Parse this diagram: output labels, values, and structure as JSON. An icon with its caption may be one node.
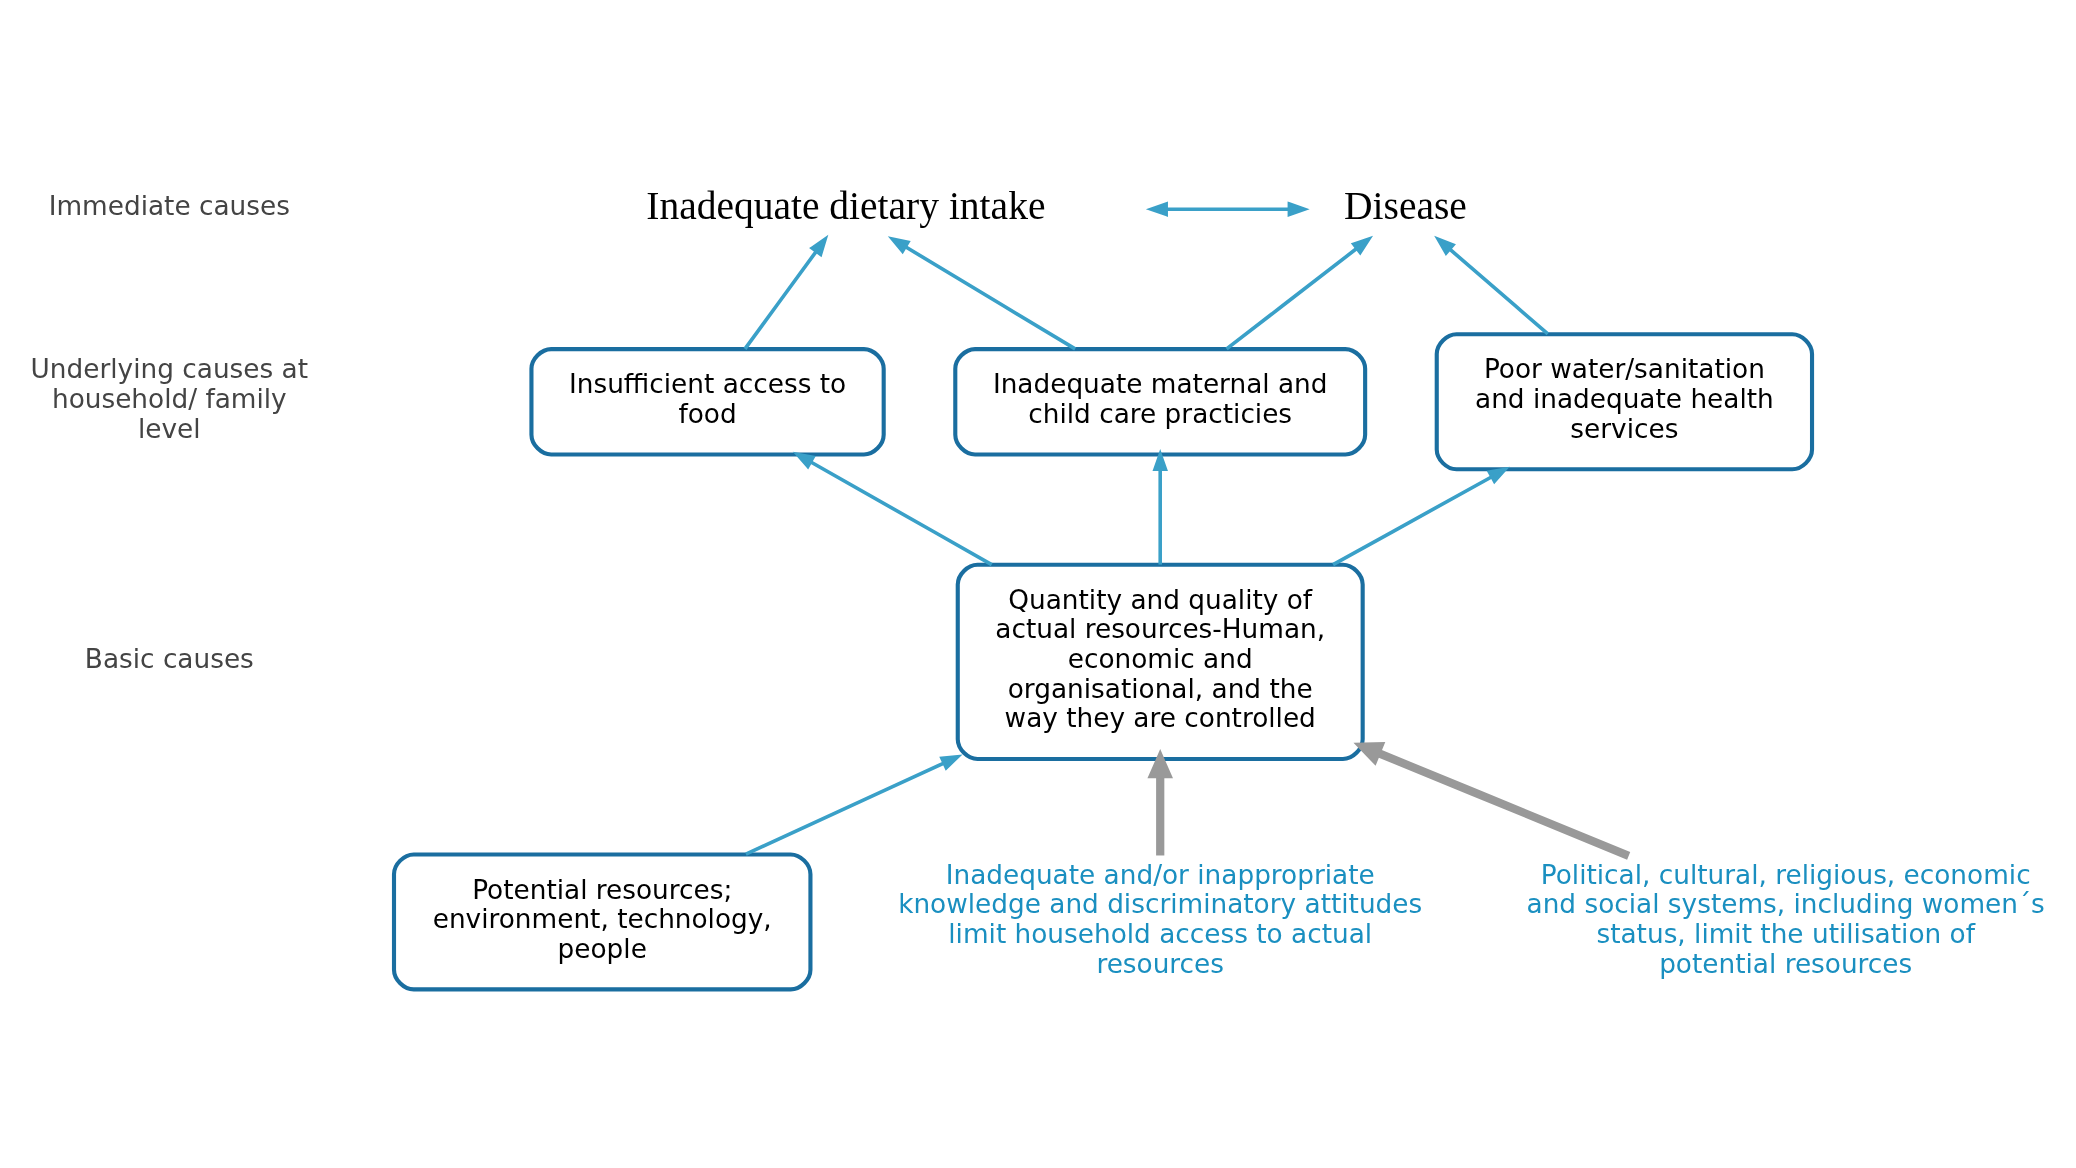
{
  "diagram": {
    "nodes": [
      {
        "text": [
          "Inadequate dietary intake"
        ]
      },
      {
        "text": [
          "Disease"
        ]
      },
      {
        "text": [
          "Insufficient access to food"
        ]
      },
      {
        "text": [
          "Inadequate maternal and child care practicies"
        ]
      },
      {
        "text": [
          "Poor water/sanitation and inadequate health services"
        ]
      },
      {
        "text": [
          "Quantity and quality of actual resources-Human, economic and organisational, and the way they are controlled"
        ]
      },
      {
        "text": [
          "Potential resources; environment, technology, people"
        ]
      },
      {
        "text": [
          "Inadequate and/or inappropriate knowledge and discriminatory attitudes limit household access to actual resources"
        ]
      },
      {
        "text": [
          "Political, cultural, religious, economic and social systems, including women´s status, limit the utilisation of potential resources"
        ]
      }
    ],
    "edges": [
      {
        "from": 0,
        "to": 1,
        "arrow": "both"
      },
      {
        "from": 2,
        "to": 0,
        "arrow": "to"
      },
      {
        "from": 3,
        "to": 0,
        "arrow": "to"
      },
      {
        "from": 3,
        "to": 1,
        "arrow": "to"
      },
      {
        "from": 4,
        "to": 1,
        "arrow": "to"
      },
      {
        "from": 5,
        "to": 2,
        "arrow": "to"
      },
      {
        "from": 5,
        "to": 3,
        "arrow": "to"
      },
      {
        "from": 5,
        "to": 4,
        "arrow": "to"
      },
      {
        "from": 6,
        "to": 5,
        "arrow": "to"
      },
      {
        "from": 7,
        "to": 5,
        "arrow": "to",
        "style": "thick",
        "color": "#999999"
      },
      {
        "from": 8,
        "to": 5,
        "arrow": "to",
        "style": "thick",
        "color": "#999999"
      }
    ],
    "labels": [
      "Immediate causes",
      "Underlying causes at household/ family level",
      "Basic causes"
    ]
  }
}
